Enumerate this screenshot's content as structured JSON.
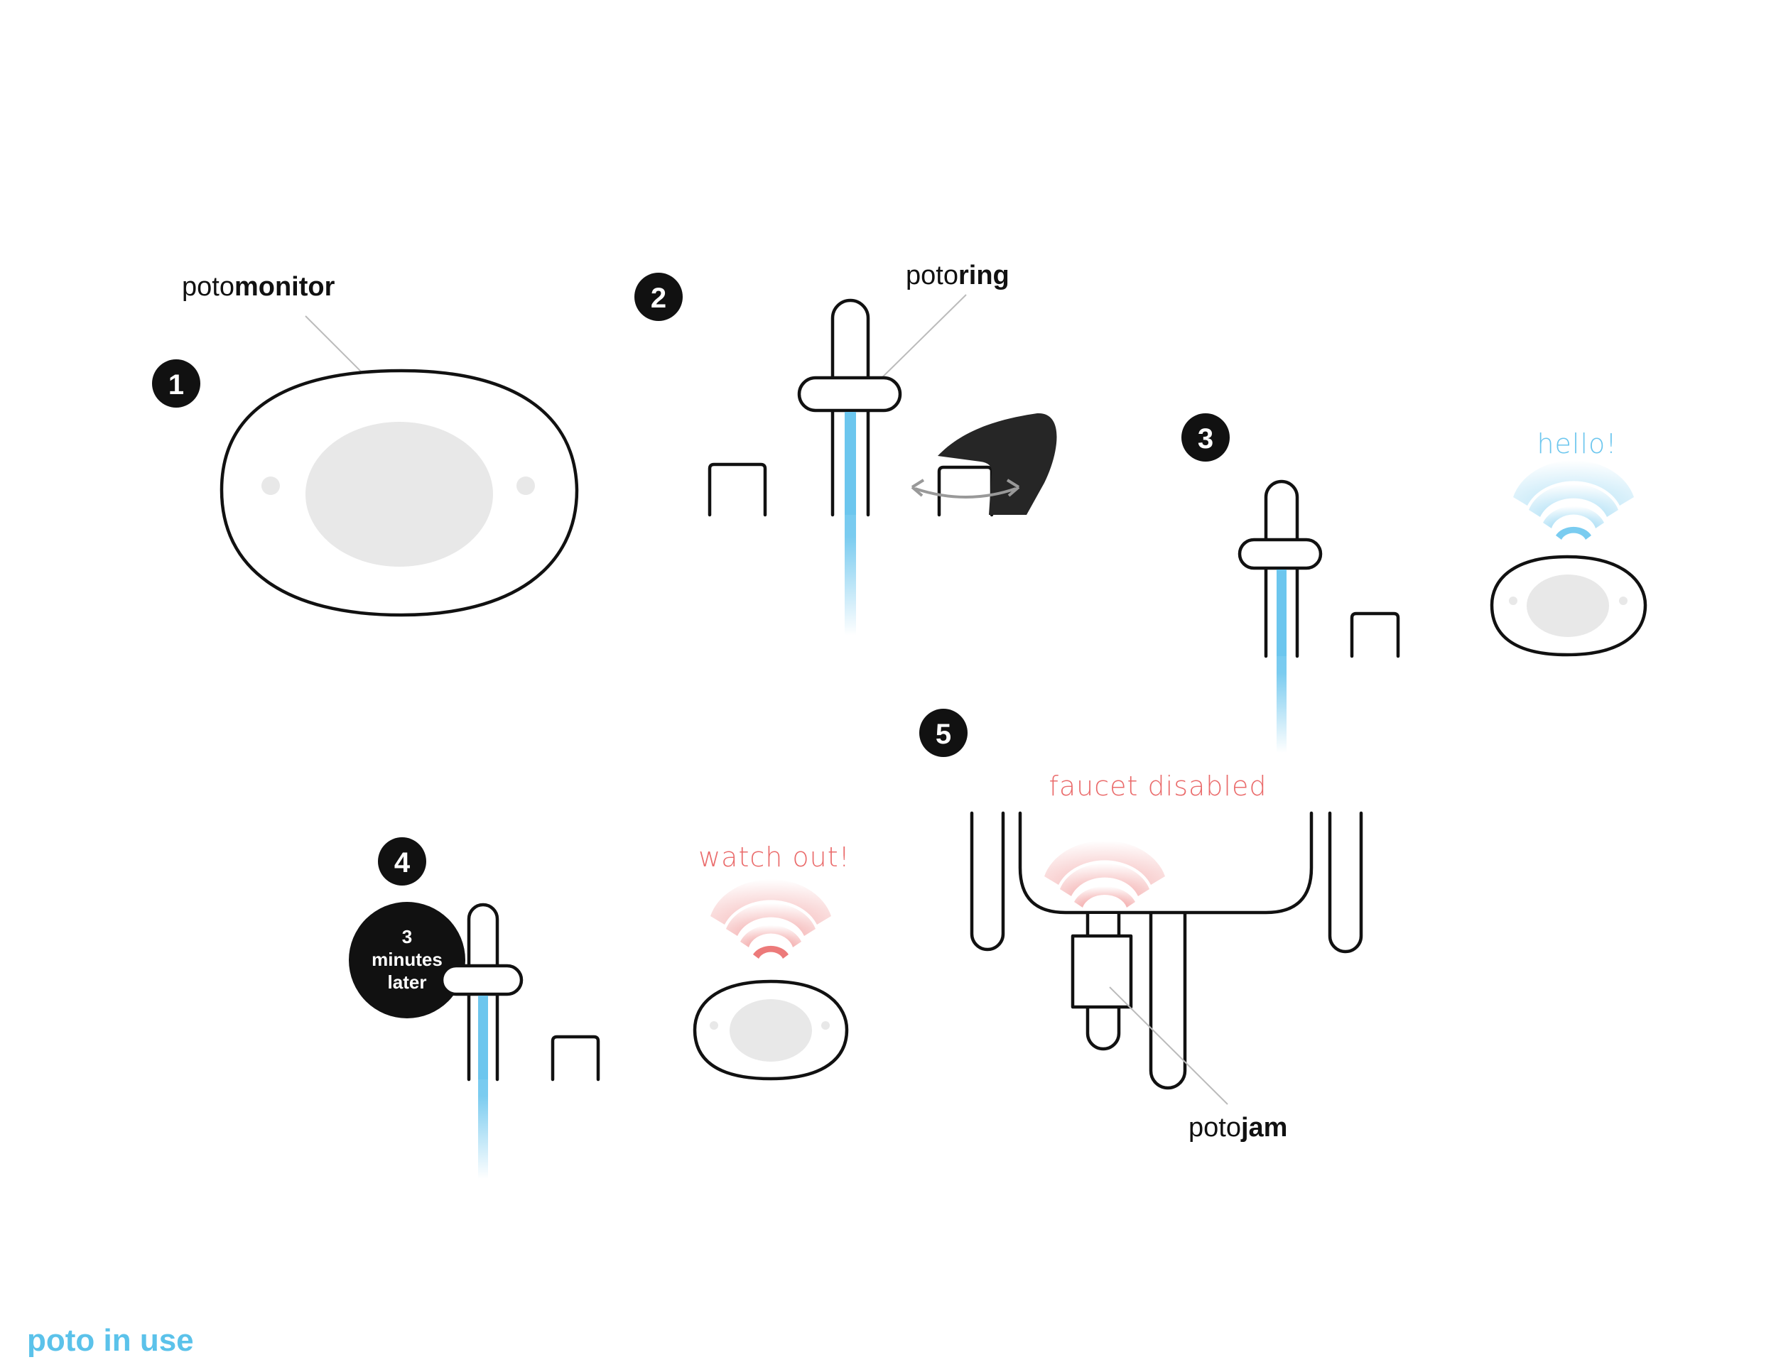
{
  "steps": {
    "one": "1",
    "two": "2",
    "three": "3",
    "four": "4",
    "five": "5"
  },
  "labels": {
    "monitor_prefix": "poto",
    "monitor_suffix": "monitor",
    "ring_prefix": "poto",
    "ring_suffix": "ring",
    "jam_prefix": "poto",
    "jam_suffix": "jam"
  },
  "messages": {
    "hello": "hello!",
    "watch_out": "watch out!",
    "faucet_disabled": "faucet disabled"
  },
  "later_badge": {
    "line1": "3",
    "line2": "minutes",
    "line3": "later"
  },
  "footer": {
    "caption": "poto in use"
  },
  "colors": {
    "water_blue": "#6cc6ee",
    "alert_red": "#ea6b6b",
    "footer_blue": "#5bc2ea",
    "ink": "#111111",
    "screen_grey": "#e8e8e8"
  }
}
